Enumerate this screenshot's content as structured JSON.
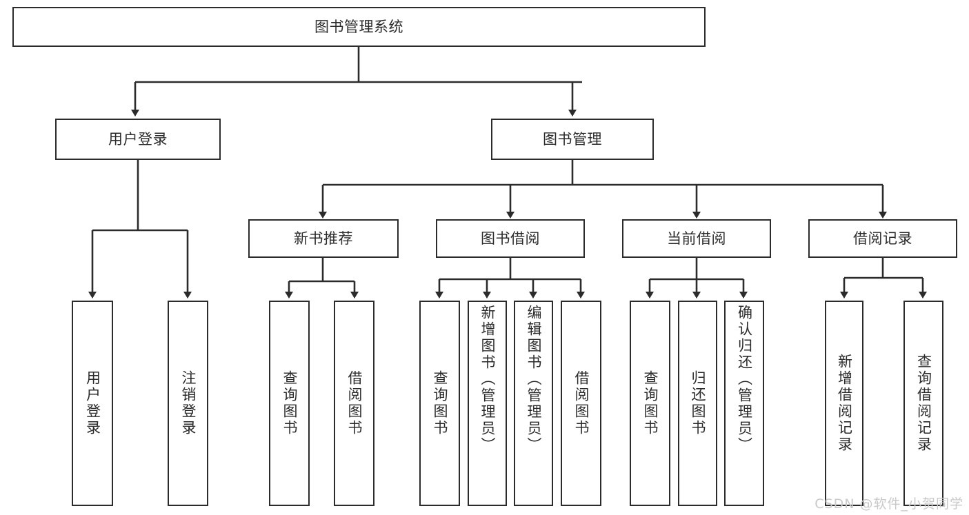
{
  "diagram": {
    "title": "图书管理系统",
    "type": "tree-hierarchy-chart",
    "watermark": "CSDN @软件_小贺同学",
    "colors": {
      "stroke": "#2b2b2b",
      "fill": "#ffffff",
      "text": "#2b2b2b",
      "watermark": "#c9c9c9"
    },
    "root": {
      "label": "图书管理系统"
    },
    "level2": [
      {
        "label": "用户登录"
      },
      {
        "label": "图书管理"
      }
    ],
    "level3": [
      {
        "label": "新书推荐"
      },
      {
        "label": "图书借阅"
      },
      {
        "label": "当前借阅"
      },
      {
        "label": "借阅记录"
      }
    ],
    "leaves": {
      "user_login": [
        {
          "label": "用户登录"
        },
        {
          "label": "注销登录"
        }
      ],
      "new_book_recommend": [
        {
          "label": "查询图书"
        },
        {
          "label": "借阅图书"
        }
      ],
      "book_borrow": [
        {
          "label": "查询图书"
        },
        {
          "label": "新增图书（管理员）"
        },
        {
          "label": "编辑图书（管理员）"
        },
        {
          "label": "借阅图书"
        }
      ],
      "current_borrow": [
        {
          "label": "查询图书"
        },
        {
          "label": "归还图书"
        },
        {
          "label": "确认归还（管理员）"
        }
      ],
      "borrow_record": [
        {
          "label": "新增借阅记录"
        },
        {
          "label": "查询借阅记录"
        }
      ]
    }
  }
}
